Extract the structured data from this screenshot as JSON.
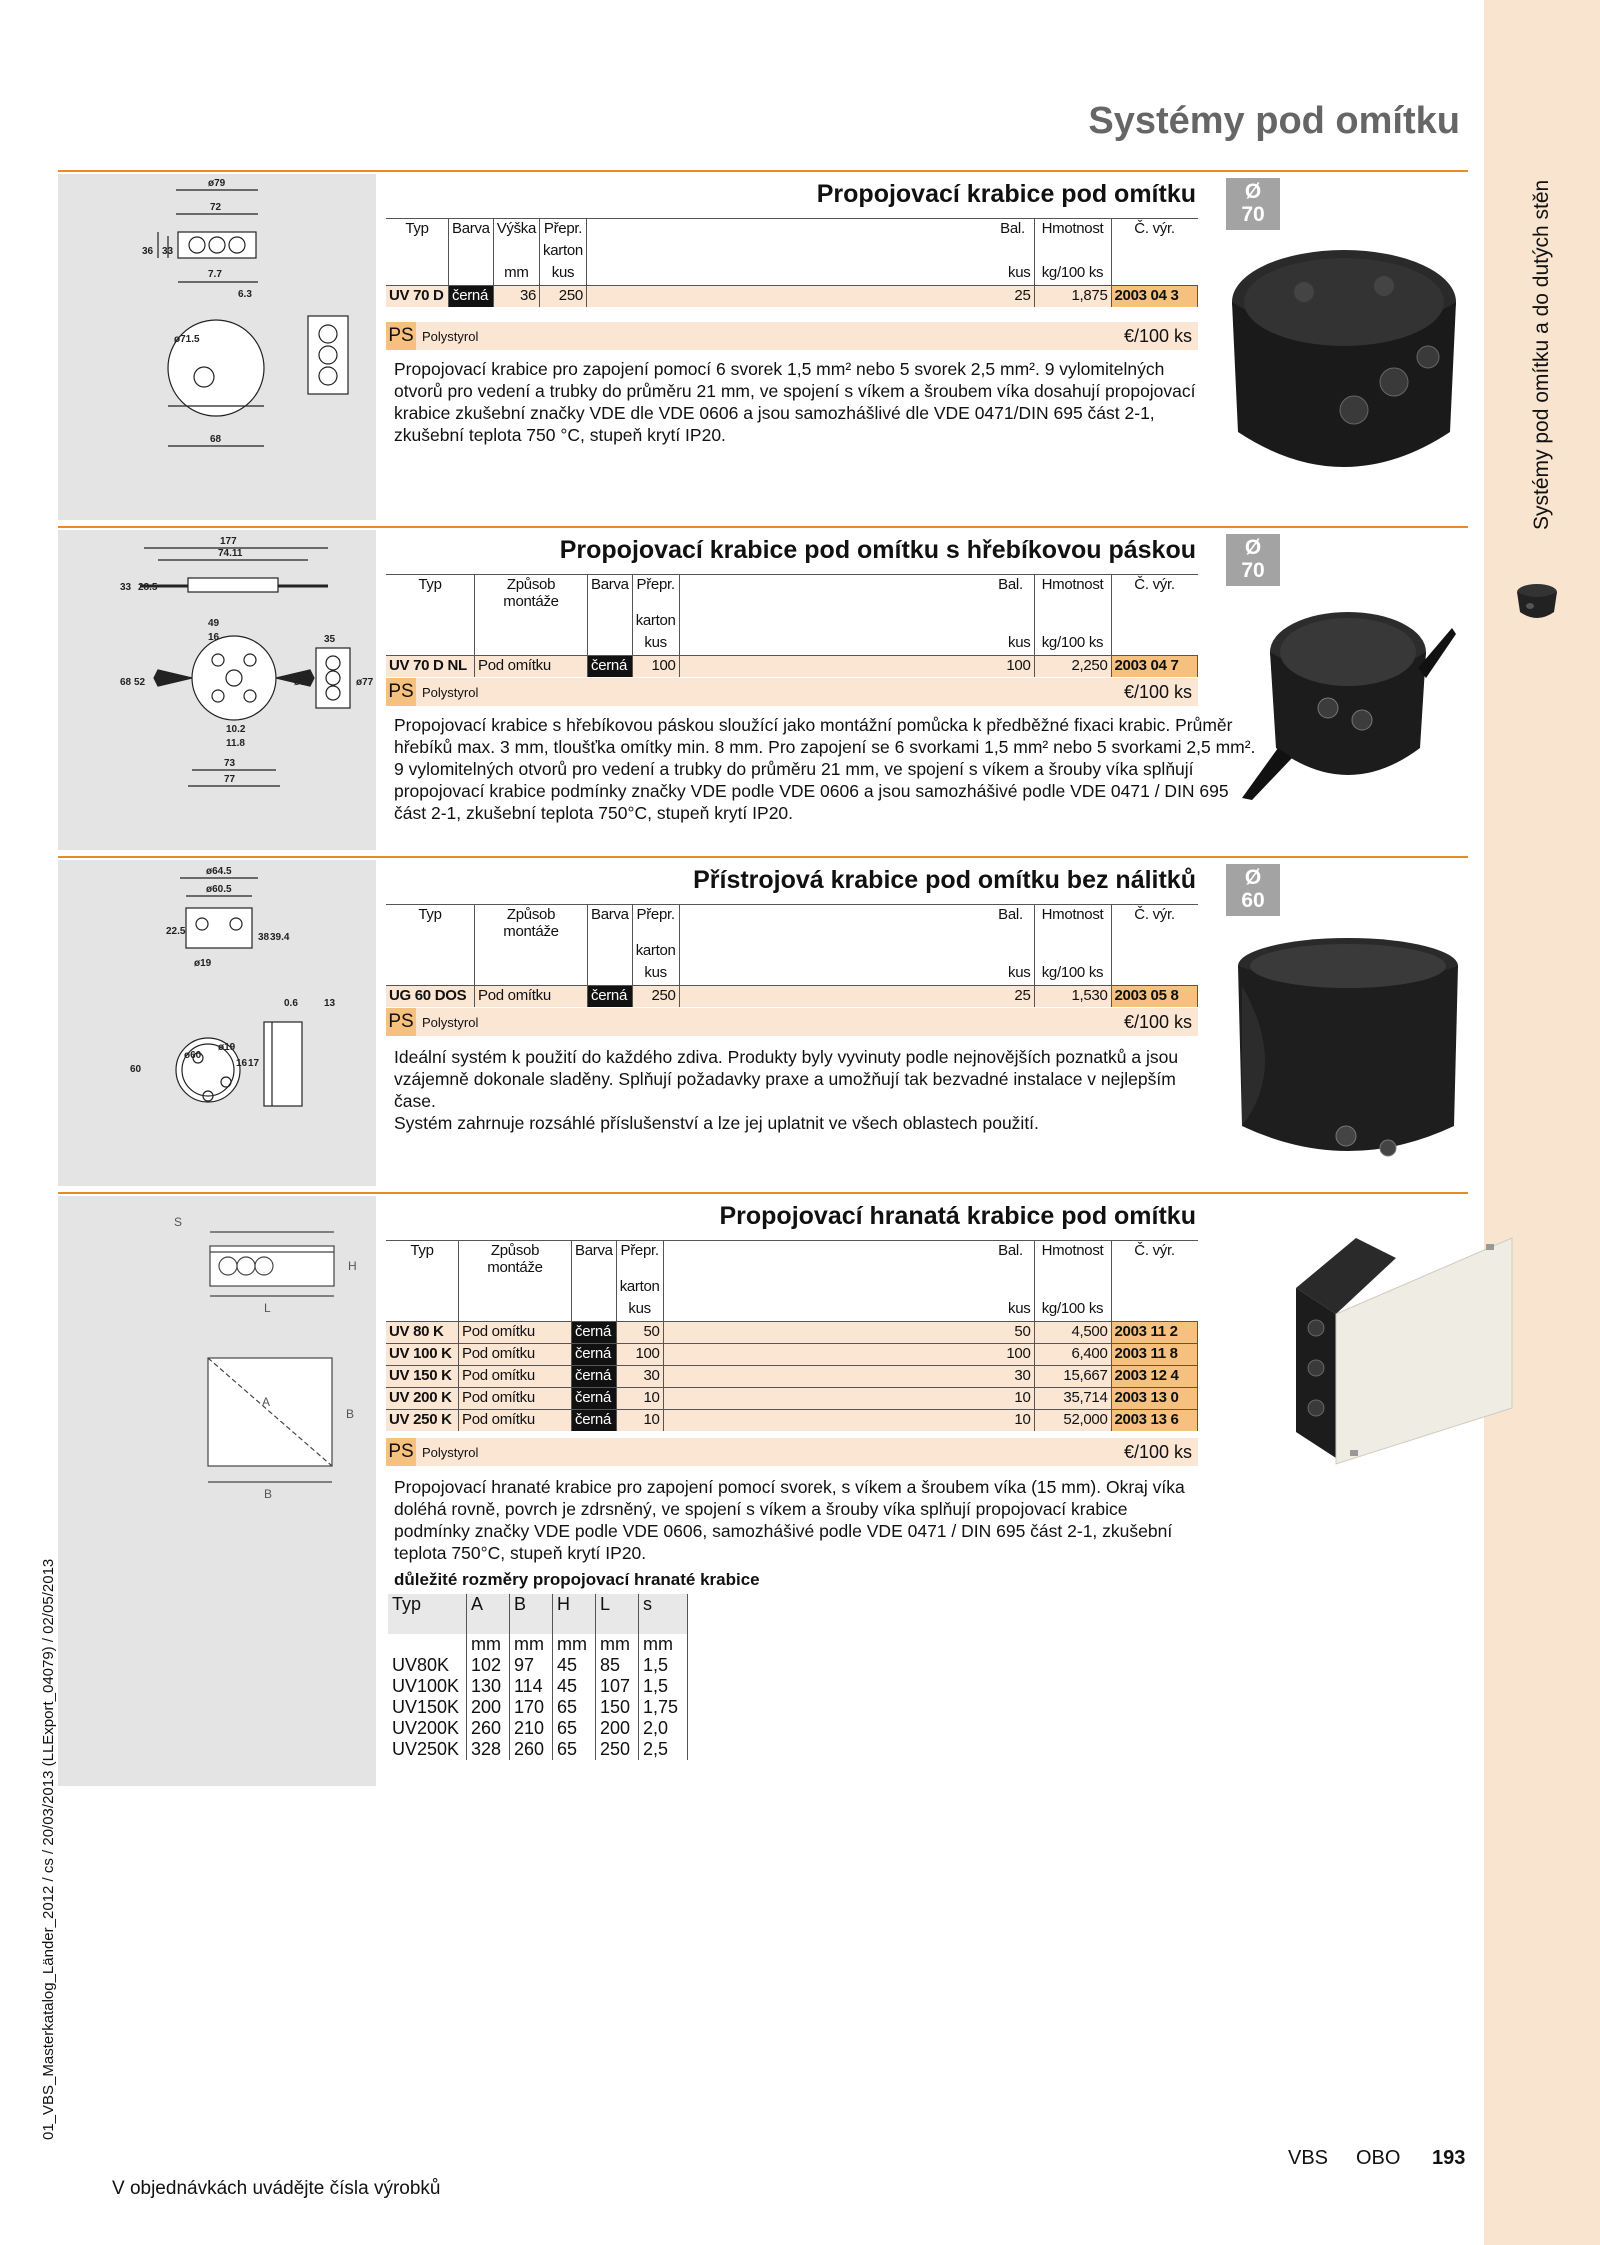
{
  "page": {
    "heading": "Systémy pod omítku",
    "tab_label": "Systémy pod omítku a do dutých stěn",
    "side_text": "01_VBS_Masterkatalog_Länder_2012 / cs / 20/03/2013 (LLExport_04079) / 02/05/2013",
    "footer_text": "V objednávkách uvádějte čísla výrobků",
    "footer_brand1": "VBS",
    "footer_brand2": "OBO",
    "page_number": "193"
  },
  "sections": [
    {
      "title": "Propojovací krabice pod omítku",
      "diameter_symbol": "Ø",
      "diameter": "70",
      "head": [
        "Typ",
        "Barva",
        "Výška",
        "Přepr.",
        "Bal.",
        "Hmotnost",
        "Č. výr."
      ],
      "head2": "karton",
      "units": [
        "mm",
        "kus",
        "kus",
        "kg/100 ks"
      ],
      "rows": [
        {
          "typ": "UV 70 D",
          "barva": "černá",
          "vyska": "36",
          "karton": "250",
          "bal": "25",
          "hmotnost": "1,875",
          "cislo": "2003 04 3"
        }
      ],
      "material_code": "PS",
      "material_name": "Polystyrol",
      "price_unit": "€/100 ks",
      "description": "Propojovací krabice pro zapojení pomocí 6 svorek 1,5 mm² nebo 5 svorek 2,5 mm². 9 vylomitelných otvorů pro vedení a trubky do průměru 21 mm, ve spojení s víkem a šroubem víka dosahují propojovací krabice zkušební značky VDE dle VDE 0606 a jsou samozhášlivé dle VDE 0471/DIN 695 část 2-1, zkušební teplota 750 °C, stupeň krytí IP20.",
      "drawing_labels": [
        "ø79",
        "72",
        "36",
        "33",
        "7.7",
        "6.3",
        "ø71.5",
        "68"
      ]
    },
    {
      "title": "Propojovací krabice pod omítku s hřebíkovou páskou",
      "diameter_symbol": "Ø",
      "diameter": "70",
      "head": [
        "Typ",
        "Způsob montáže",
        "Barva",
        "Přepr.",
        "Bal.",
        "Hmotnost",
        "Č. výr."
      ],
      "head2": "karton",
      "units": [
        "kus",
        "kus",
        "kg/100 ks"
      ],
      "rows": [
        {
          "typ": "UV 70 D NL",
          "zpusob": "Pod omítku",
          "barva": "černá",
          "karton": "100",
          "bal": "100",
          "hmotnost": "2,250",
          "cislo": "2003 04 7"
        }
      ],
      "material_code": "PS",
      "material_name": "Polystyrol",
      "price_unit": "€/100 ks",
      "description": "Propojovací krabice s hřebíkovou páskou sloužící jako montážní pomůcka k předběžné fixaci krabic. Průměr hřebíků max. 3 mm, tloušťka omítky min. 8 mm.  Pro zapojení se 6 svorkami 1,5 mm² nebo 5 svorkami  2,5 mm².  9 vylomitelných otvorů pro vedení a trubky do průměru 21 mm, ve spojení s víkem a šrouby víka splňují propojovací krabice podmínky značky VDE podle VDE 0606 a jsou samozhášivé podle VDE 0471 / DIN 695 část 2-1, zkušební teplota 750°C, stupeň krytí IP20.",
      "drawing_labels": [
        "177",
        "74.11",
        "33",
        "28.5",
        "49",
        "16",
        "35",
        "68",
        "52",
        "ø74",
        "ø77",
        "10.2",
        "11.8",
        "73",
        "77"
      ]
    },
    {
      "title": "Přístrojová krabice pod omítku bez nálitků",
      "diameter_symbol": "Ø",
      "diameter": "60",
      "head": [
        "Typ",
        "Způsob montáže",
        "Barva",
        "Přepr.",
        "Bal.",
        "Hmotnost",
        "Č. výr."
      ],
      "head2": "karton",
      "units": [
        "kus",
        "kus",
        "kg/100 ks"
      ],
      "rows": [
        {
          "typ": "UG 60 DOS",
          "zpusob": "Pod omítku",
          "barva": "černá",
          "karton": "250",
          "bal": "25",
          "hmotnost": "1,530",
          "cislo": "2003 05 8"
        }
      ],
      "material_code": "PS",
      "material_name": "Polystyrol",
      "price_unit": "€/100 ks",
      "description": "Ideální systém k použití do každého zdiva. Produkty byly vyvinuty podle nejnovějších poznatků a jsou vzájemně dokonale sladěny. Splňují požadavky praxe a umožňují tak bezvadné instalace v nejlepším čase.\nSystém zahrnuje rozsáhlé příslušenství a lze jej uplatnit ve všech oblastech použití.",
      "drawing_labels": [
        "ø64.5",
        "ø60.5",
        "22.5",
        "38",
        "39.4",
        "ø19",
        "0.6",
        "13",
        "ø60",
        "ø19",
        "16",
        "17",
        "60"
      ]
    },
    {
      "title": "Propojovací hranatá krabice pod omítku",
      "head": [
        "Typ",
        "Způsob montáže",
        "Barva",
        "Přepr.",
        "Bal.",
        "Hmotnost",
        "Č. výr."
      ],
      "head2": "karton",
      "units": [
        "kus",
        "kus",
        "kg/100 ks"
      ],
      "rows": [
        {
          "typ": "UV 80 K",
          "zpusob": "Pod omítku",
          "barva": "černá",
          "karton": "50",
          "bal": "50",
          "hmotnost": "4,500",
          "cislo": "2003 11 2"
        },
        {
          "typ": "UV 100 K",
          "zpusob": "Pod omítku",
          "barva": "černá",
          "karton": "100",
          "bal": "100",
          "hmotnost": "6,400",
          "cislo": "2003 11 8"
        },
        {
          "typ": "UV 150 K",
          "zpusob": "Pod omítku",
          "barva": "černá",
          "karton": "30",
          "bal": "30",
          "hmotnost": "15,667",
          "cislo": "2003 12 4"
        },
        {
          "typ": "UV 200 K",
          "zpusob": "Pod omítku",
          "barva": "černá",
          "karton": "10",
          "bal": "10",
          "hmotnost": "35,714",
          "cislo": "2003 13 0"
        },
        {
          "typ": "UV 250 K",
          "zpusob": "Pod omítku",
          "barva": "černá",
          "karton": "10",
          "bal": "10",
          "hmotnost": "52,000",
          "cislo": "2003 13 6"
        }
      ],
      "material_code": "PS",
      "material_name": "Polystyrol",
      "price_unit": "€/100 ks",
      "description": "Propojovací hranaté krabice pro zapojení pomocí svorek, s víkem a šroubem víka (15 mm). Okraj víka doléhá rovně, povrch je zdrsněný, ve spojení s víkem a šrouby víka splňují propojovací krabice podmínky značky VDE podle VDE 0606, samozhášivé podle VDE 0471 / DIN 695 část 2-1, zkušební teplota 750°C, stupeň krytí  IP20.",
      "dim_title": "důležité rozměry propojovací hranaté krabice",
      "dim_head": [
        "Typ",
        "A",
        "B",
        "H",
        "L",
        "s"
      ],
      "dim_units": [
        "",
        "mm",
        "mm",
        "mm",
        "mm",
        "mm"
      ],
      "dim_rows": [
        [
          "UV80K",
          "102",
          "97",
          "45",
          "85",
          "1,5"
        ],
        [
          "UV100K",
          "130",
          "114",
          "45",
          "107",
          "1,5"
        ],
        [
          "UV150K",
          "200",
          "170",
          "65",
          "150",
          "1,75"
        ],
        [
          "UV200K",
          "260",
          "210",
          "65",
          "200",
          "2,0"
        ],
        [
          "UV250K",
          "328",
          "260",
          "65",
          "250",
          "2,5"
        ]
      ],
      "drawing_labels": [
        "S",
        "H",
        "L",
        "A",
        "B",
        "B"
      ]
    }
  ]
}
